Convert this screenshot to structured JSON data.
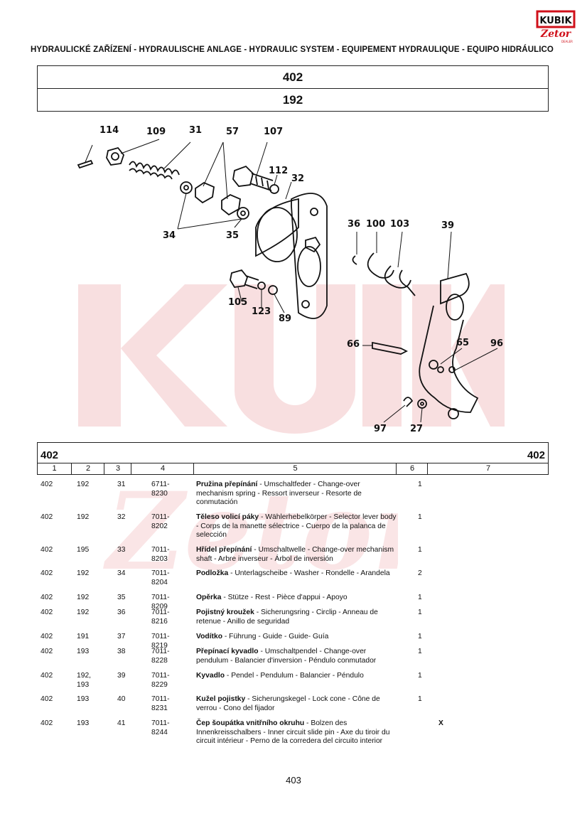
{
  "header": {
    "title": "HYDRAULICKÉ ZAŘÍZENÍ - HYDRAULISCHE ANLAGE - HYDRAULIC SYSTEM - EQUIPEMENT HYDRAULIQUE - EQUIPO HIDRÁULICO",
    "code_top": "402",
    "code_bottom": "192"
  },
  "logo": {
    "text_top": "KUBIK",
    "text_bottom": "Zetor",
    "text_small": "DEALER",
    "color": "#d0101a"
  },
  "watermark": {
    "text": "KUBIK",
    "color": "#d0101a"
  },
  "diagram": {
    "callouts": [
      "114",
      "109",
      "31",
      "57",
      "107",
      "112",
      "32",
      "34",
      "35",
      "36",
      "100",
      "103",
      "39",
      "105",
      "123",
      "89",
      "66",
      "65",
      "96",
      "97",
      "27"
    ]
  },
  "table": {
    "group_left": "402",
    "group_right": "402",
    "columns": [
      "1",
      "2",
      "3",
      "4",
      "5",
      "6",
      "7"
    ],
    "rows": [
      {
        "c1": "402",
        "c2": "192",
        "c3": "31",
        "c4": "6711-8230",
        "name": "Pružina přepínání",
        "desc": " - Umschaltfeder - Change-over mechanism spring - Ressort inverseur - Resorte de conmutación",
        "qty": "1",
        "note": ""
      },
      {
        "c1": "402",
        "c2": "192",
        "c3": "32",
        "c4": "7011-8202",
        "name": "Těleso volicí páky",
        "desc": " - Wählerhebelkörper - Selector lever body - Corps de la manette sélectrice - Cuerpo de la palanca de selección",
        "qty": "1",
        "note": ""
      },
      {
        "c1": "402",
        "c2": "195",
        "c3": "33",
        "c4": "7011-8203",
        "name": "Hřídel přepínání",
        "desc": " - Umschaltwelle - Change-over mechanism shaft - Arbre inverseur - Árbol de inversión",
        "qty": "1",
        "note": ""
      },
      {
        "c1": "402",
        "c2": "192",
        "c3": "34",
        "c4": "7011-8204",
        "name": "Podložka",
        "desc": " - Unterlagscheibe - Washer - Rondelle - Arandela",
        "qty": "2",
        "note": ""
      },
      {
        "c1": "402",
        "c2": "192",
        "c3": "35",
        "c4": "7011-8209",
        "name": "Opěrka",
        "desc": " - Stütze - Rest - Pièce d'appui - Apoyo",
        "qty": "1",
        "note": ""
      },
      {
        "c1": "402",
        "c2": "192",
        "c3": "36",
        "c4": "7011-8216",
        "name": "Pojistný kroužek",
        "desc": " - Sicherungsring - Circlip - Anneau de retenue - Anillo de seguridad",
        "qty": "1",
        "note": ""
      },
      {
        "c1": "402",
        "c2": "191",
        "c3": "37",
        "c4": "7011-8219",
        "name": "Vodítko",
        "desc": " - Führung - Guide - Guide- Guía",
        "qty": "1",
        "note": ""
      },
      {
        "c1": "402",
        "c2": "193",
        "c3": "38",
        "c4": "7011-8228",
        "name": "Přepínací kyvadlo",
        "desc": " - Umschaltpendel - Change-over pendulum - Balancier d'inversion - Péndulo conmutador",
        "qty": "1",
        "note": ""
      },
      {
        "c1": "402",
        "c2": "192, 193",
        "c3": "39",
        "c4": "7011-8229",
        "name": "Kyvadlo",
        "desc": " - Pendel - Pendulum - Balancier - Péndulo",
        "qty": "1",
        "note": ""
      },
      {
        "c1": "402",
        "c2": "193",
        "c3": "40",
        "c4": "7011-8231",
        "name": "Kužel pojistky",
        "desc": " - Sicherungskegel - Lock cone - Cône de verrou - Cono del fijador",
        "qty": "1",
        "note": ""
      },
      {
        "c1": "402",
        "c2": "193",
        "c3": "41",
        "c4": "7011-8244",
        "name": "Čep šoupátka vnitřního okruhu",
        "desc": " - Bolzen des Innenkreisschalbers - Inner circuit slide pin - Axe du tiroir du circuit intérieur - Perno de la corredera del circuito interior",
        "qty": "",
        "note": "X"
      }
    ]
  },
  "page_number": "403"
}
